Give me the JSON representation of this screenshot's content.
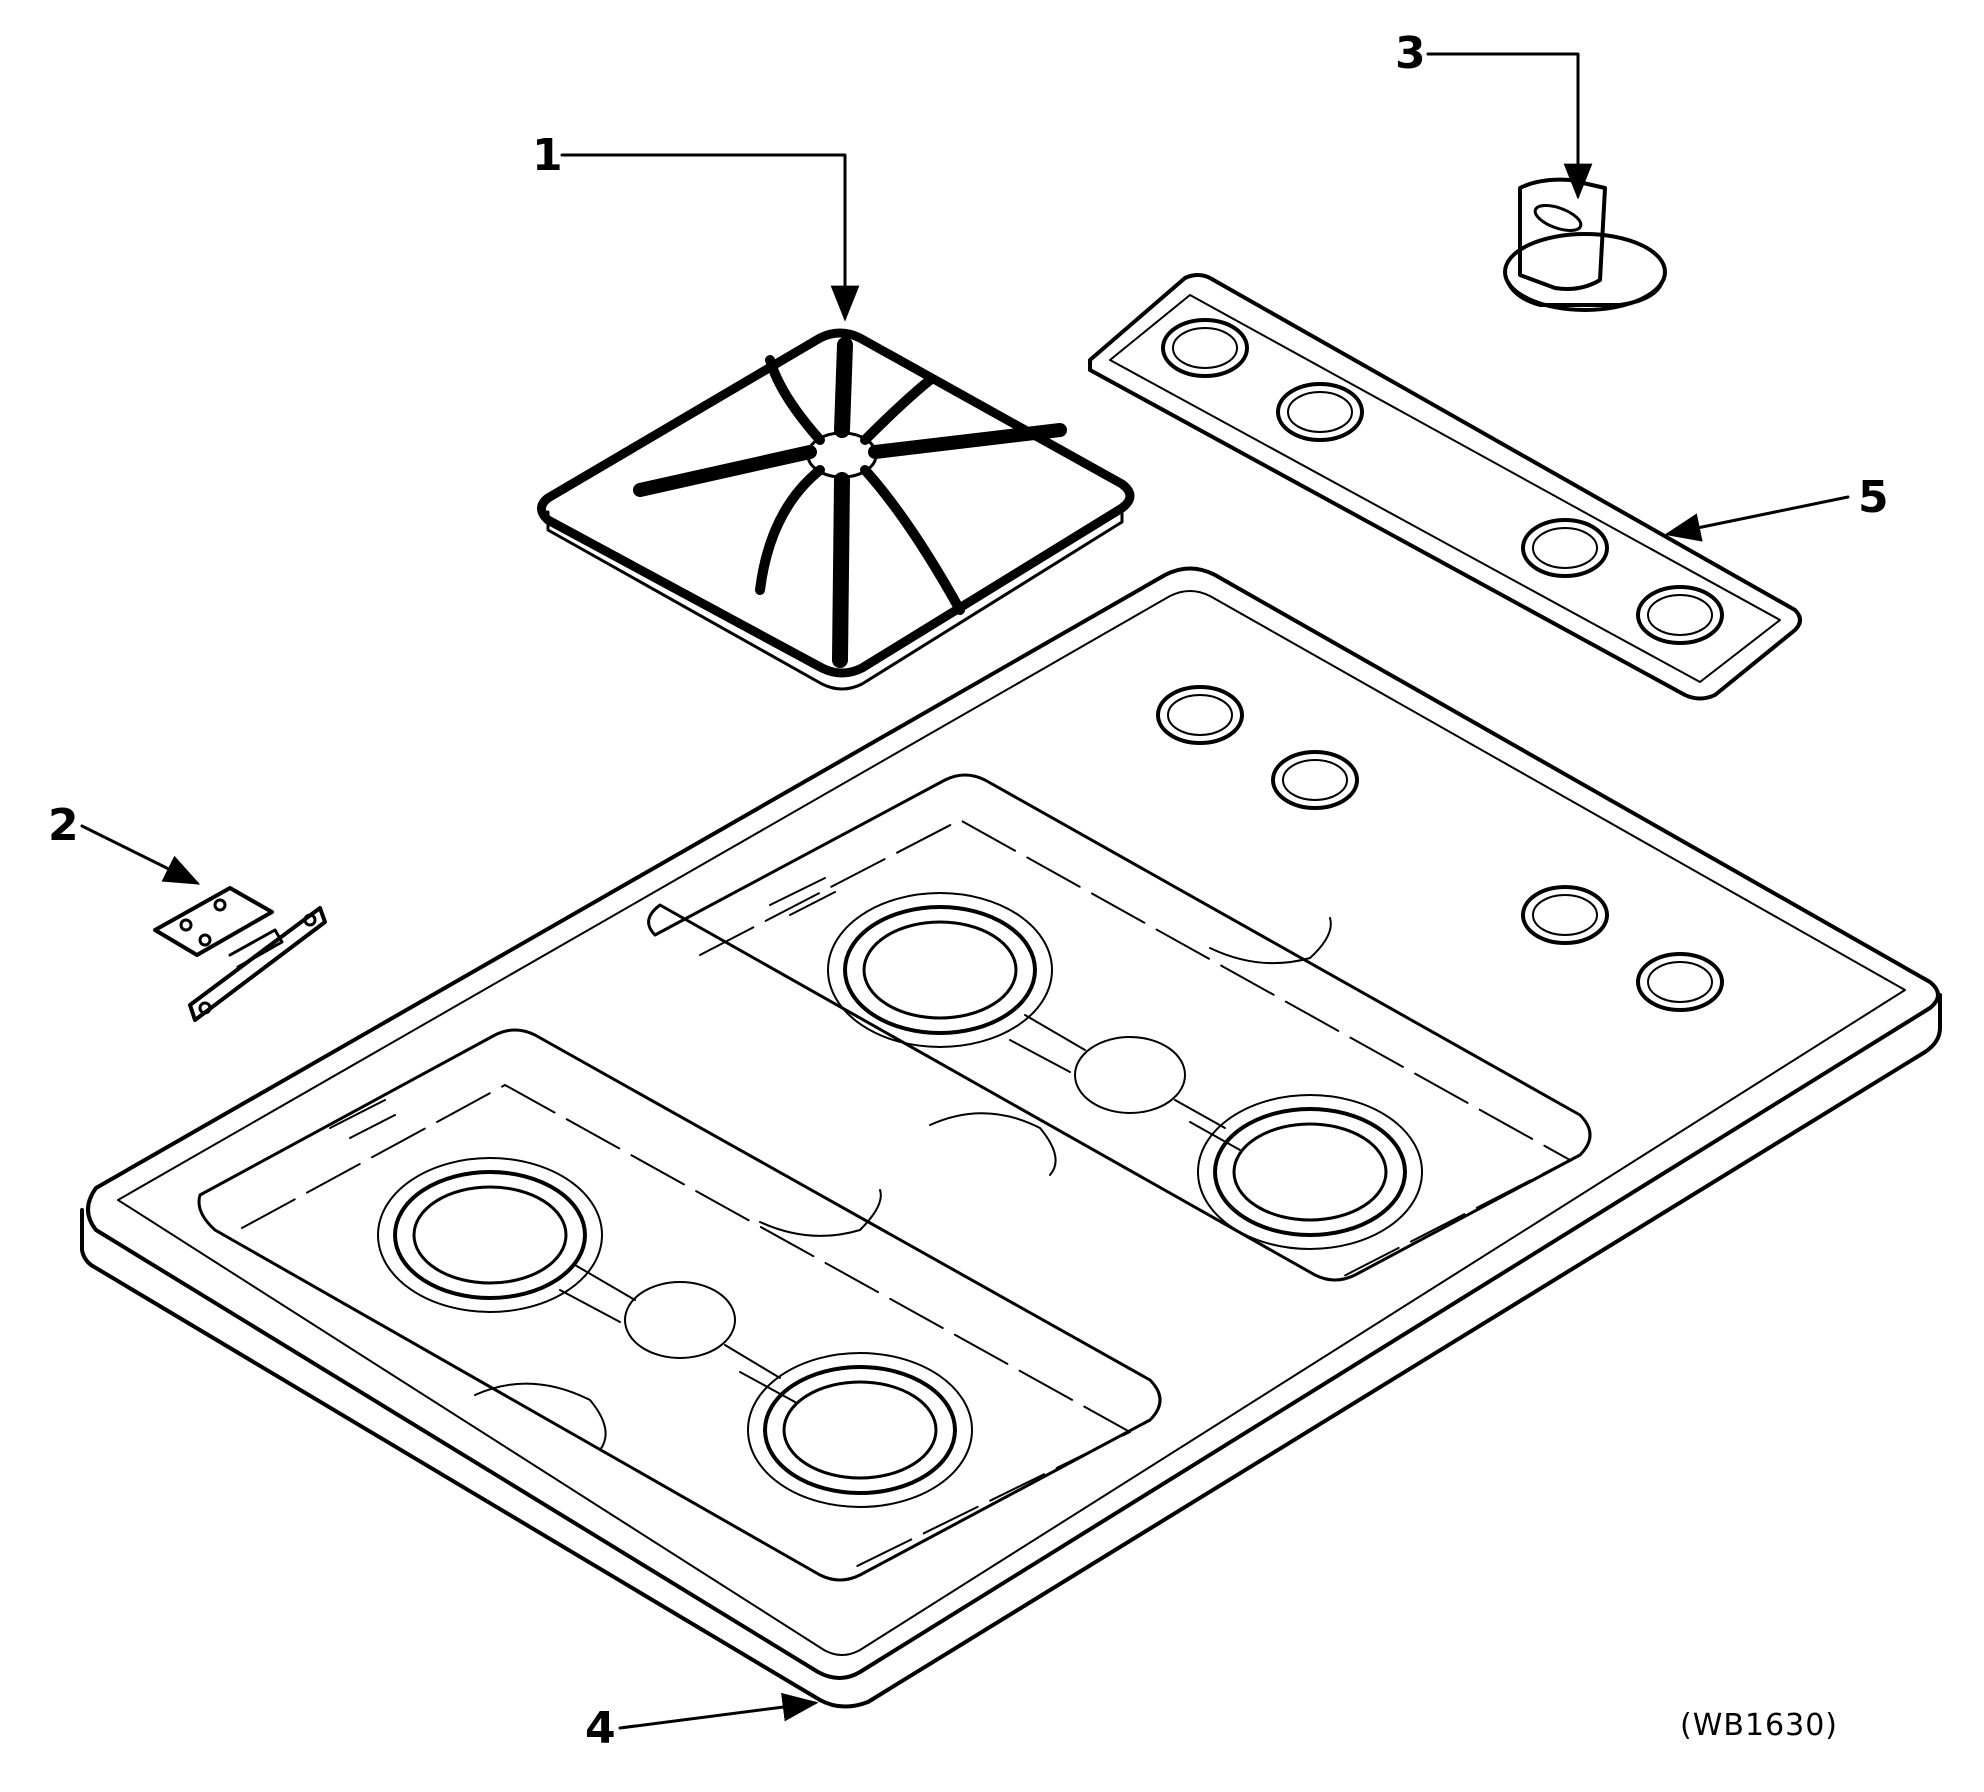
{
  "diagram": {
    "callouts": [
      {
        "id": "1",
        "label": "1"
      },
      {
        "id": "2",
        "label": "2"
      },
      {
        "id": "3",
        "label": "3"
      },
      {
        "id": "4",
        "label": "4"
      },
      {
        "id": "5",
        "label": "5"
      }
    ],
    "code": "(WB1630)"
  }
}
